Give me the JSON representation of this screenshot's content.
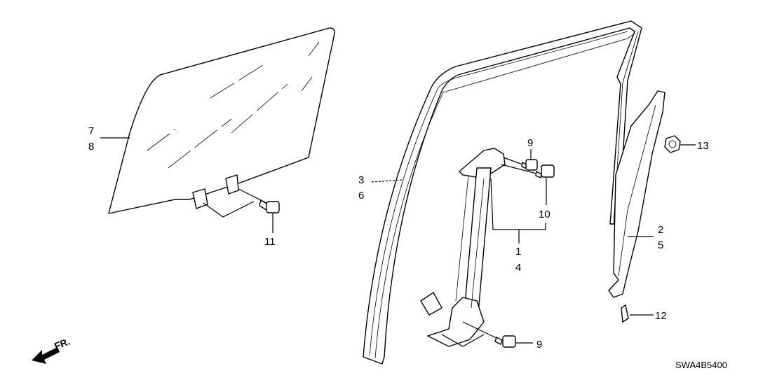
{
  "labels": {
    "p7": "7",
    "p8": "8",
    "p3": "3",
    "p6": "6",
    "p9a": "9",
    "p10": "10",
    "p1": "1",
    "p4": "4",
    "p2": "2",
    "p5": "5",
    "p13": "13",
    "p11": "11",
    "p12": "12",
    "p9b": "9"
  },
  "front_indicator": "FR.",
  "diagram_code": "SWA4B5400"
}
